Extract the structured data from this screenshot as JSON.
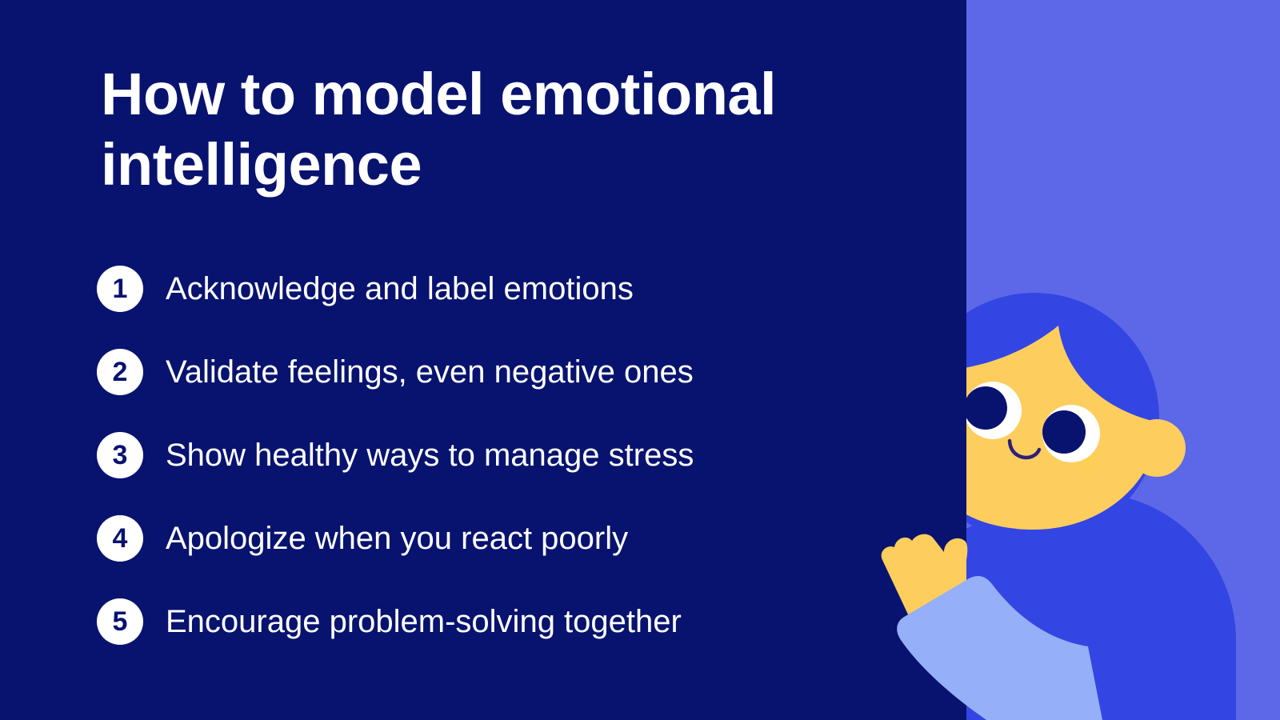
{
  "slide": {
    "title": "How to model emotional intelligence",
    "steps": [
      {
        "number": "1",
        "label": "Acknowledge and label emotions"
      },
      {
        "number": "2",
        "label": "Validate feelings, even negative ones"
      },
      {
        "number": "3",
        "label": "Show healthy ways to manage stress"
      },
      {
        "number": "4",
        "label": "Apologize when you react poorly"
      },
      {
        "number": "5",
        "label": "Encourage problem-solving together"
      }
    ]
  },
  "illustration": {
    "subject": "peeking-child-waving",
    "colors": {
      "background_dark": "#08136f",
      "panel": "#5c68e8",
      "hair_body": "#3346e3",
      "skin": "#fdcd5e",
      "sleeve": "#95aff9",
      "eye_white": "#ffffff",
      "pupil": "#08136f",
      "mouth": "#2e1f7a"
    }
  }
}
